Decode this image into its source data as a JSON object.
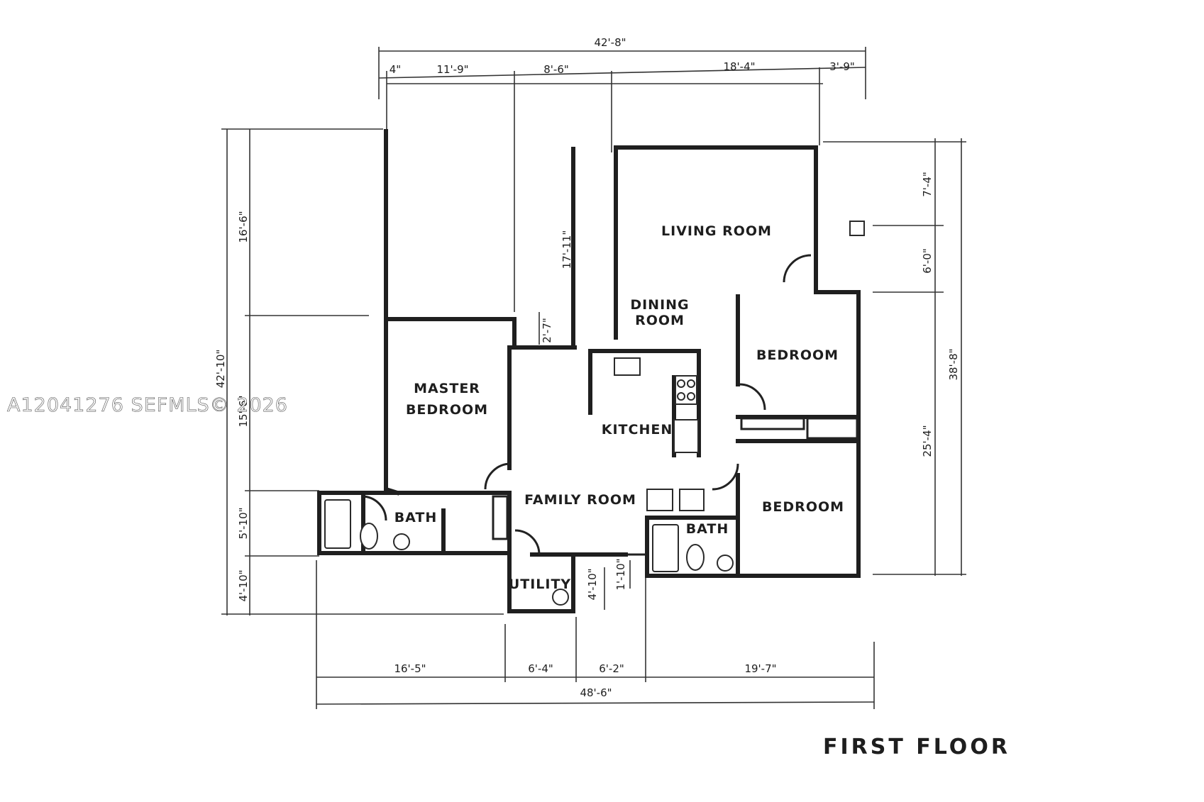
{
  "rooms": {
    "living_room": "LIVING ROOM",
    "dining_room_1": "DINING",
    "dining_room_2": "ROOM",
    "bedroom_1": "BEDROOM",
    "master_bedroom_1": "MASTER",
    "master_bedroom_2": "BEDROOM",
    "kitchen": "KITCHEN",
    "bedroom_2": "BEDROOM",
    "family_room": "FAMILY ROOM",
    "bath_1": "BATH",
    "bath_2": "BATH",
    "utility": "UTILITY"
  },
  "dimensions": {
    "top_total": "42'-8\"",
    "top_seg_1": "4\"",
    "top_seg_2": "11'-9\"",
    "top_seg_3": "8'-6\"",
    "top_seg_4": "18'-4\"",
    "top_seg_5": "3'-9\"",
    "left_total": "42'-10\"",
    "left_seg_1": "16'-6\"",
    "left_seg_2": "15'-6\"",
    "left_seg_3": "5'-10\"",
    "left_seg_4": "4'-10\"",
    "right_total": "38'-8\"",
    "right_seg_1": "7'-4\"",
    "right_seg_2": "6'-0\"",
    "right_seg_3": "25'-4\"",
    "bottom_total": "48'-6\"",
    "bottom_seg_1": "16'-5\"",
    "bottom_seg_2": "6'-4\"",
    "bottom_seg_3": "6'-2\"",
    "bottom_seg_4": "19'-7\"",
    "interior_1": "17'-11\"",
    "interior_2": "2'-7\"",
    "interior_3": "4'-10\"",
    "interior_4": "1'-10\""
  },
  "title": "FIRST FLOOR",
  "watermark": "A12041276 SEFMLS© 2026"
}
